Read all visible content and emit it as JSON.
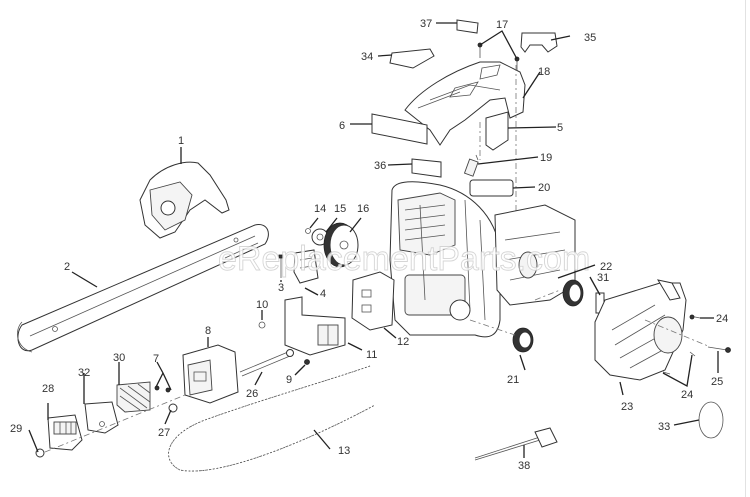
{
  "diagram": {
    "title": "Chainsaw exploded parts diagram",
    "watermark": "eReplacementParts.com",
    "callouts": [
      {
        "id": "c1",
        "number": "1",
        "part": "chain-cover"
      },
      {
        "id": "c2",
        "number": "2",
        "part": "guide-bar"
      },
      {
        "id": "c3",
        "number": "3",
        "part": "bolt"
      },
      {
        "id": "c4",
        "number": "4",
        "part": "chain-tensioner-plate"
      },
      {
        "id": "c5",
        "number": "5",
        "part": "label"
      },
      {
        "id": "c6",
        "number": "6",
        "part": "label"
      },
      {
        "id": "c7",
        "number": "7",
        "part": "screws"
      },
      {
        "id": "c8",
        "number": "8",
        "part": "muffler"
      },
      {
        "id": "c9",
        "number": "9",
        "part": "screw"
      },
      {
        "id": "c10",
        "number": "10",
        "part": "screw"
      },
      {
        "id": "c11",
        "number": "11",
        "part": "muffler-bracket"
      },
      {
        "id": "c12",
        "number": "12",
        "part": "gasket"
      },
      {
        "id": "c13",
        "number": "13",
        "part": "saw-chain"
      },
      {
        "id": "c14",
        "number": "14",
        "part": "clip"
      },
      {
        "id": "c15",
        "number": "15",
        "part": "washer"
      },
      {
        "id": "c16",
        "number": "16",
        "part": "clutch-drum"
      },
      {
        "id": "c17",
        "number": "17",
        "part": "cover-screws"
      },
      {
        "id": "c18",
        "number": "18",
        "part": "top-cover"
      },
      {
        "id": "c19",
        "number": "19",
        "part": "spark-plug"
      },
      {
        "id": "c20",
        "number": "20",
        "part": "air-filter"
      },
      {
        "id": "c21",
        "number": "21",
        "part": "knob"
      },
      {
        "id": "c22",
        "number": "22",
        "part": "knob"
      },
      {
        "id": "c23",
        "number": "23",
        "part": "starter-housing"
      },
      {
        "id": "c24a",
        "number": "24",
        "part": "screw"
      },
      {
        "id": "c24b",
        "number": "24",
        "part": "screws"
      },
      {
        "id": "c25",
        "number": "25",
        "part": "screw"
      },
      {
        "id": "c26",
        "number": "26",
        "part": "bolt"
      },
      {
        "id": "c27",
        "number": "27",
        "part": "nut"
      },
      {
        "id": "c28",
        "number": "28",
        "part": "muffler-cover"
      },
      {
        "id": "c29",
        "number": "29",
        "part": "nut"
      },
      {
        "id": "c30",
        "number": "30",
        "part": "spark-arrestor-screen"
      },
      {
        "id": "c31",
        "number": "31",
        "part": "gasket"
      },
      {
        "id": "c32",
        "number": "32",
        "part": "muffler-plate"
      },
      {
        "id": "c33",
        "number": "33",
        "part": "label"
      },
      {
        "id": "c34",
        "number": "34",
        "part": "label"
      },
      {
        "id": "c35",
        "number": "35",
        "part": "label"
      },
      {
        "id": "c36",
        "number": "36",
        "part": "label"
      },
      {
        "id": "c37",
        "number": "37",
        "part": "label"
      },
      {
        "id": "c38",
        "number": "38",
        "part": "scrench-tool"
      }
    ]
  }
}
